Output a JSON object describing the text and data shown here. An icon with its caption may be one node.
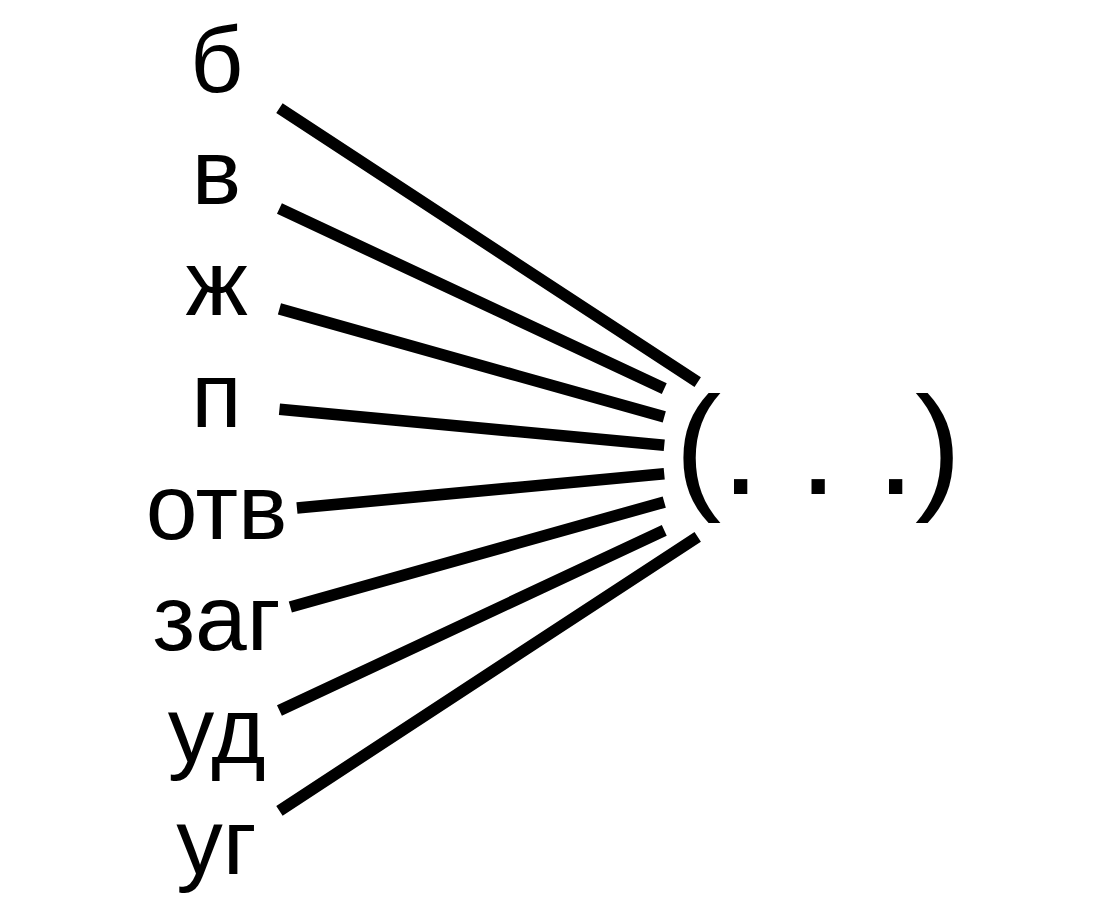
{
  "diagram": {
    "nodes": [
      {
        "text": [
          "б"
        ]
      },
      {
        "text": [
          "в"
        ]
      },
      {
        "text": [
          "ж"
        ]
      },
      {
        "text": [
          "п"
        ]
      },
      {
        "text": [
          "отв"
        ]
      },
      {
        "text": [
          "заг"
        ]
      },
      {
        "text": [
          "уд"
        ]
      },
      {
        "text": [
          "уг"
        ]
      },
      {
        "text": [
          "(. . .)"
        ]
      }
    ],
    "edges": [
      {
        "from": 0,
        "to": 8,
        "arrow": "none"
      },
      {
        "from": 1,
        "to": 8,
        "arrow": "none"
      },
      {
        "from": 2,
        "to": 8,
        "arrow": "none"
      },
      {
        "from": 3,
        "to": 8,
        "arrow": "none"
      },
      {
        "from": 4,
        "to": 8,
        "arrow": "none"
      },
      {
        "from": 5,
        "to": 8,
        "arrow": "none"
      },
      {
        "from": 6,
        "to": 8,
        "arrow": "none"
      },
      {
        "from": 7,
        "to": 8,
        "arrow": "none"
      }
    ]
  }
}
